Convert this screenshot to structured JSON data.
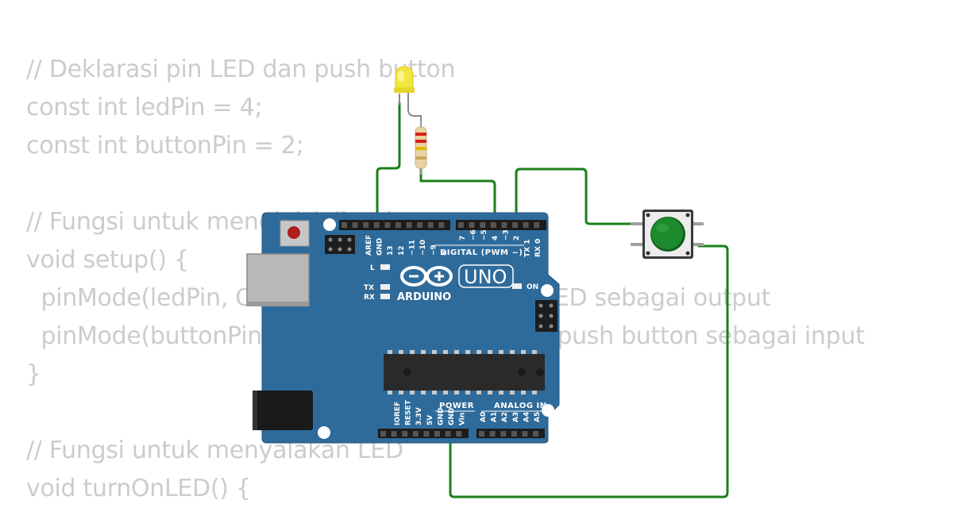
{
  "code_lines": [
    "// Deklarasi pin LED dan push button",
    "const int ledPin = 4;",
    "const int buttonPin = 2;",
    "",
    "// Fungsi untuk menginisialisasi",
    "void setup() {",
    "  pinMode(ledPin, OUTPUT); // Mengatur pin LED sebagai output",
    "  pinMode(buttonPin, INPUT); // Mengatur pin push button sebagai input",
    "}",
    "",
    "// Fungsi untuk menyalakan LED",
    "void turnOnLED() {"
  ],
  "board": {
    "brand": "ARDUINO",
    "model": "UNO",
    "digital_header": "DIGITAL (PWM ~)",
    "power_header": "POWER",
    "analog_header": "ANALOG IN",
    "on_label": "ON",
    "l_label": "L",
    "tx_label": "TX",
    "rx_label": "RX",
    "digital_pins_left": [
      "AREF",
      "GND",
      "13",
      "12",
      "~11",
      "~10",
      "~9",
      "8"
    ],
    "digital_pins_right": [
      "7",
      "~6",
      "~5",
      "4",
      "~3",
      "2",
      "TX 1",
      "RX 0"
    ],
    "power_pins": [
      "IOREF",
      "RESET",
      "3.3V",
      "5V",
      "GND",
      "GND",
      "Vin"
    ],
    "analog_pins": [
      "A0",
      "A1",
      "A2",
      "A3",
      "A4",
      "A5"
    ]
  },
  "colors": {
    "wire": "#1a7f1a",
    "board": "#2e6b9b",
    "led": "#f2e640",
    "button_cap": "#1c8a2c",
    "code_text": "#cccccc"
  }
}
